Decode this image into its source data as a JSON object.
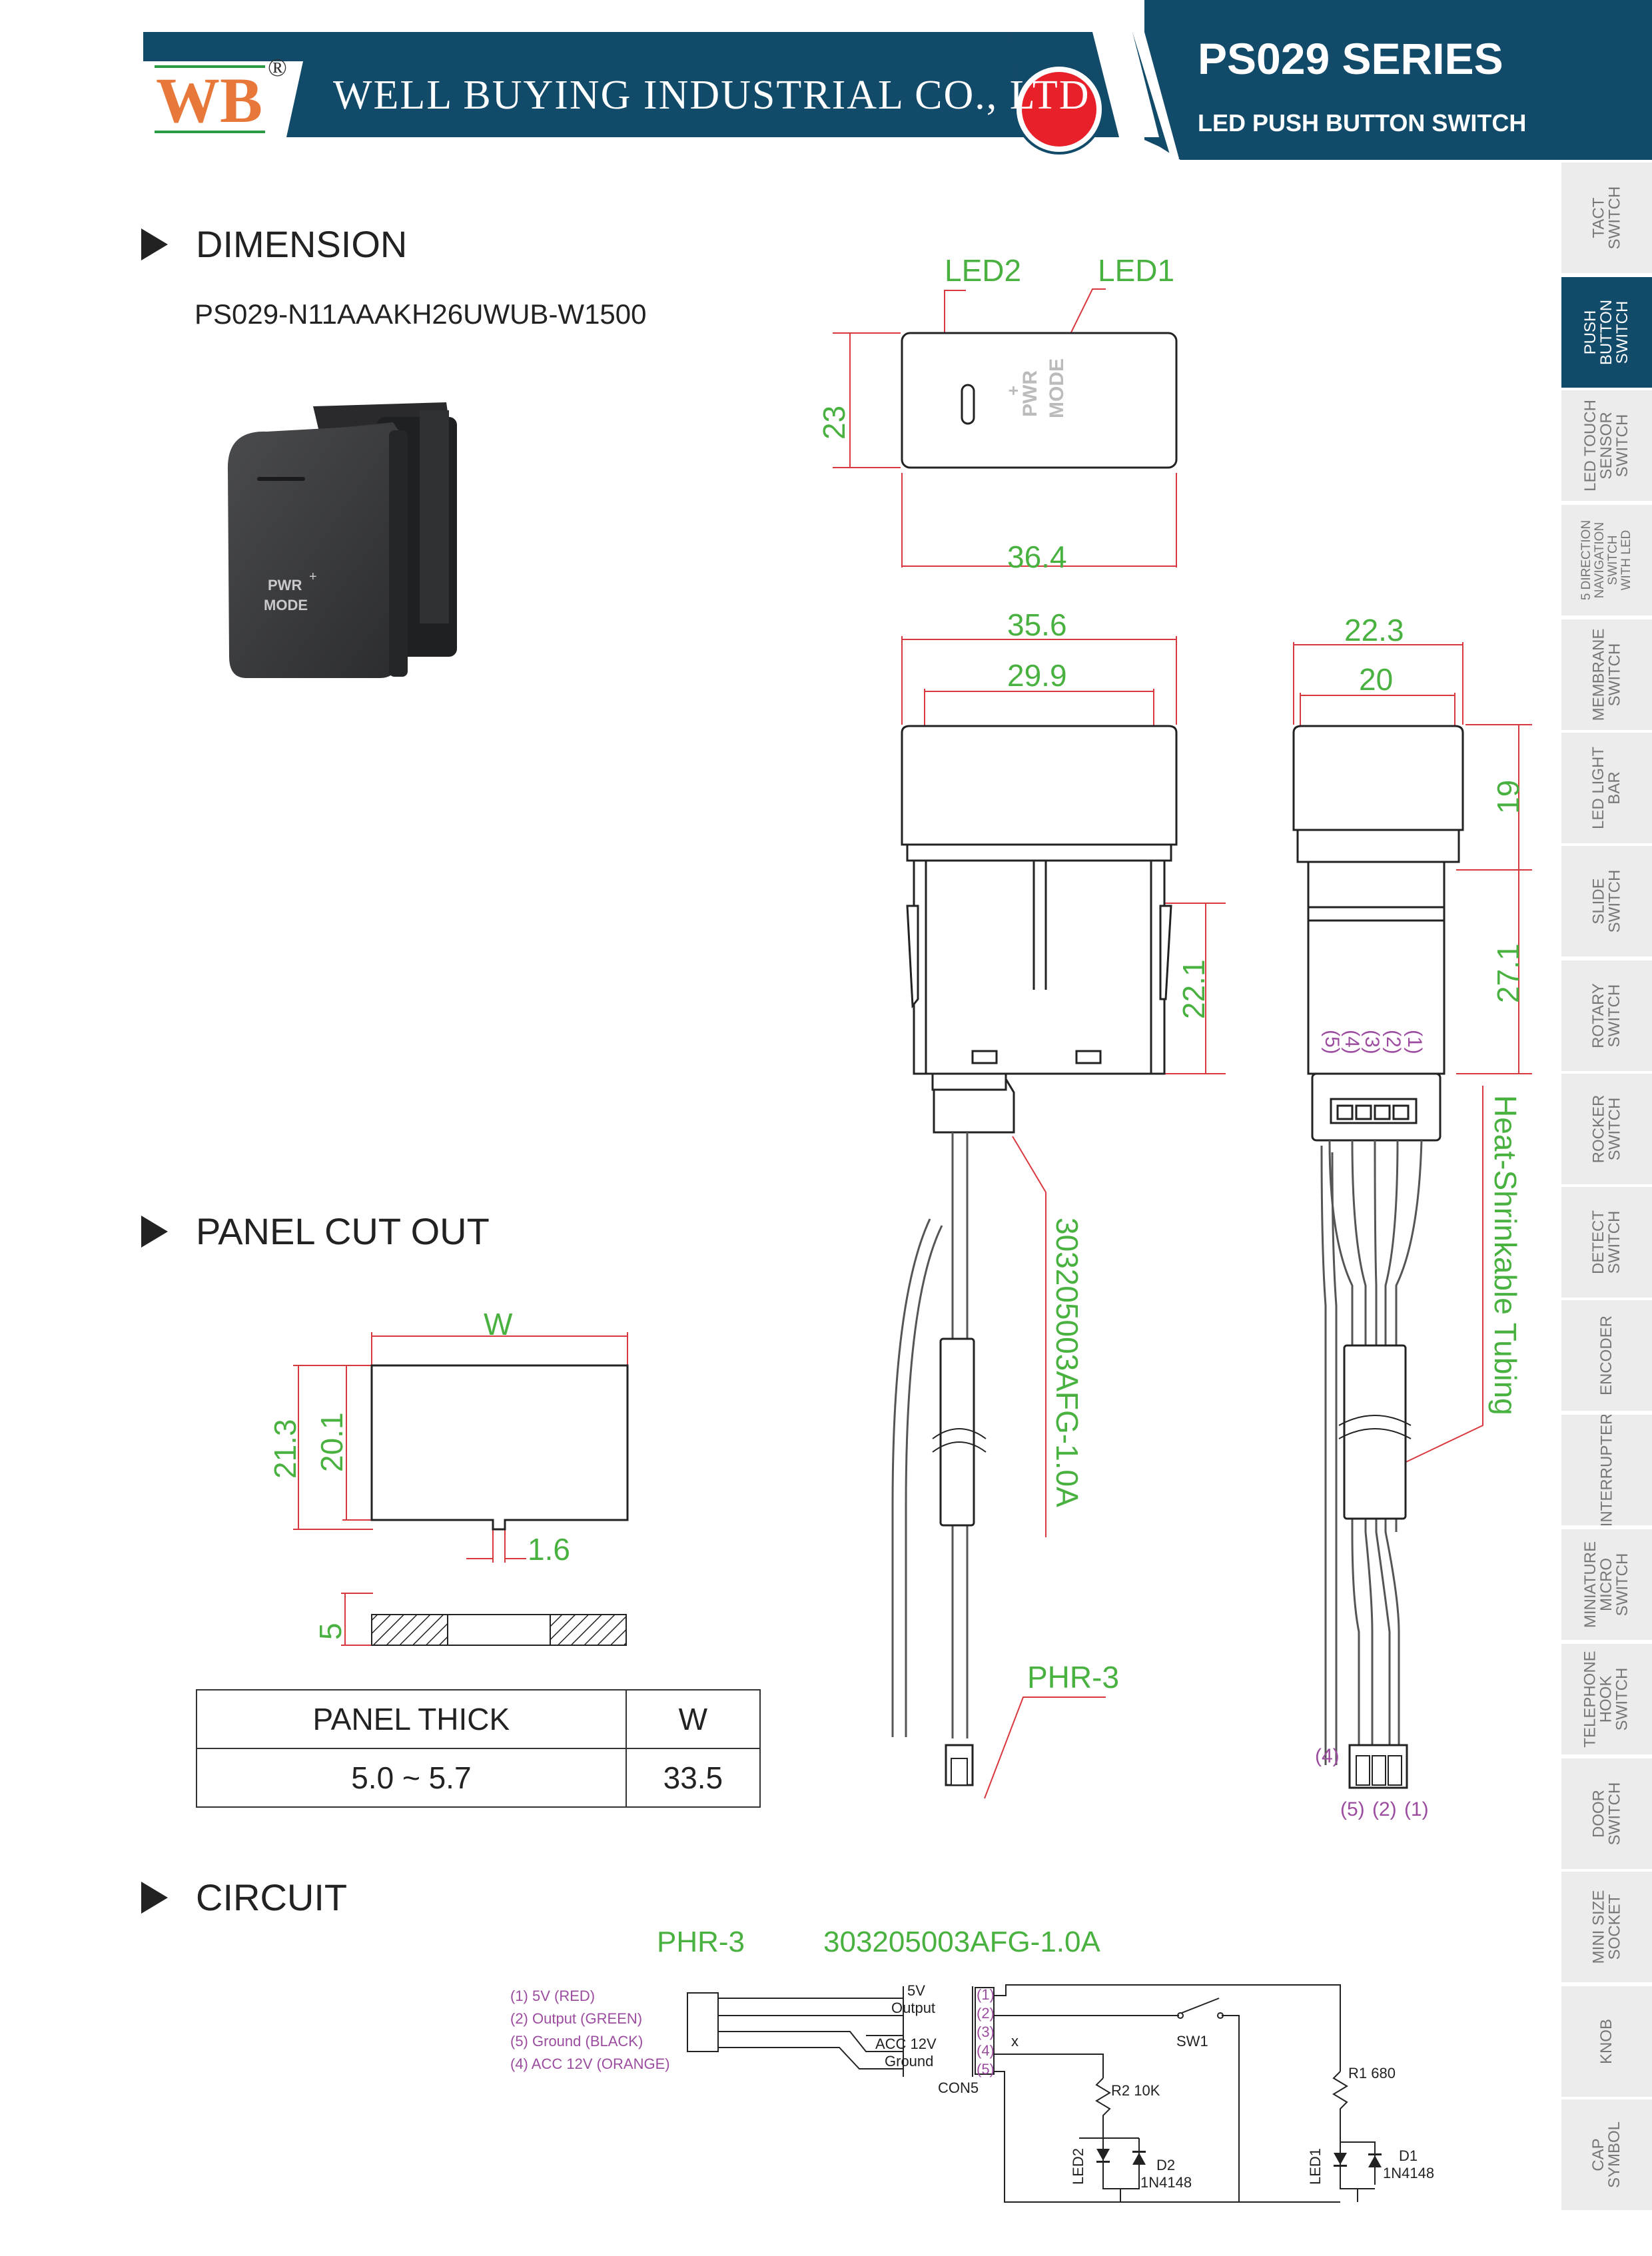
{
  "header": {
    "logo": "WB",
    "registered": "®",
    "company": "WELL BUYING INDUSTRIAL CO., LTD",
    "series": "PS029 SERIES",
    "subtitle": "LED PUSH BUTTON SWITCH"
  },
  "colors": {
    "header_navy": "#124a69",
    "logo_orange": "#e8773a",
    "indicator_red": "#e8202a",
    "dimension_red": "#d9383f",
    "label_green": "#49b140",
    "pin_purple": "#9b4c9e"
  },
  "sections": {
    "dimension": "DIMENSION",
    "panel_cut_out": "PANEL CUT OUT",
    "circuit": "CIRCUIT"
  },
  "part_number": "PS029-N11AAAKH26UWUB-W1500",
  "product_photo": {
    "legend_line1": "PWR",
    "legend_plus": "+",
    "legend_line2": "MODE"
  },
  "dimension_drawing": {
    "led2": "LED2",
    "led1": "LED1",
    "height_23": "23",
    "width_36_4": "36.4",
    "width_35_6": "35.6",
    "width_29_9": "29.9",
    "width_22_3": "22.3",
    "width_20": "20",
    "height_19": "19",
    "height_22_1": "22.1",
    "height_27_1": "27.1",
    "pins_top": [
      "(5)",
      "(4)",
      "(3)",
      "(2)",
      "(1)"
    ],
    "cable_part": "303205003AFG-1.0A",
    "tubing": "Heat-Shrinkable Tubing",
    "phr3": "PHR-3",
    "pin4": "(4)",
    "pins_bottom": [
      "(5)",
      "(2)",
      "(1)"
    ]
  },
  "panel_cut": {
    "w_label": "W",
    "h_21_3": "21.3",
    "h_20_1": "20.1",
    "notch_1_6": "1.6",
    "thick_5": "5",
    "table": {
      "headers": [
        "PANEL THICK",
        "W"
      ],
      "rows": [
        [
          "5.0 ~ 5.7",
          "33.5"
        ]
      ]
    }
  },
  "circuit": {
    "phr3": "PHR-3",
    "cable_part": "303205003AFG-1.0A",
    "pin_list": [
      "(1)  5V   (RED)",
      "(2)  Output  (GREEN)",
      "(5)  Ground (BLACK)",
      "(4)  ACC 12V  (ORANGE)"
    ],
    "con_labels": [
      "5V",
      "Output",
      "ACC 12V",
      "Ground"
    ],
    "con_pins": [
      "(1)",
      "(2)",
      "(3)",
      "(4)",
      "(5)"
    ],
    "con5": "CON5",
    "x_mark": "x",
    "sw1": "SW1",
    "r2": "R2 10K",
    "r1": "R1 680",
    "led2": "LED2",
    "d2": "D2",
    "d2_part": "1N4148",
    "led1": "LED1",
    "d1": "D1",
    "d1_part": "1N4148"
  },
  "sidebar": {
    "tabs": [
      {
        "label": "TACT\nSWITCH",
        "active": false
      },
      {
        "label": "PUSH\nBUTTON\nSWITCH",
        "active": true
      },
      {
        "label": "LED TOUCH\nSENSOR\nSWITCH",
        "active": false
      },
      {
        "label": "5 DIRECTION\nNAVIGATION\nSWITCH\nWITH LED",
        "active": false
      },
      {
        "label": "MEMBRANE\nSWITCH",
        "active": false
      },
      {
        "label": "LED LIGHT\nBAR",
        "active": false
      },
      {
        "label": "SLIDE\nSWITCH",
        "active": false
      },
      {
        "label": "ROTARY\nSWITCH",
        "active": false
      },
      {
        "label": "ROCKER\nSWITCH",
        "active": false
      },
      {
        "label": "DETECT\nSWITCH",
        "active": false
      },
      {
        "label": "ENCODER",
        "active": false
      },
      {
        "label": "INTERRUPTER",
        "active": false
      },
      {
        "label": "MINIATURE\nMICRO\nSWITCH",
        "active": false
      },
      {
        "label": "TELEPHONE\nHOOK\nSWITCH",
        "active": false
      },
      {
        "label": "DOOR\nSWITCH",
        "active": false
      },
      {
        "label": "MINI SIZE\nSOCKET",
        "active": false
      },
      {
        "label": "KNOB",
        "active": false
      },
      {
        "label": "CAP\nSYMBOL",
        "active": false
      }
    ]
  }
}
